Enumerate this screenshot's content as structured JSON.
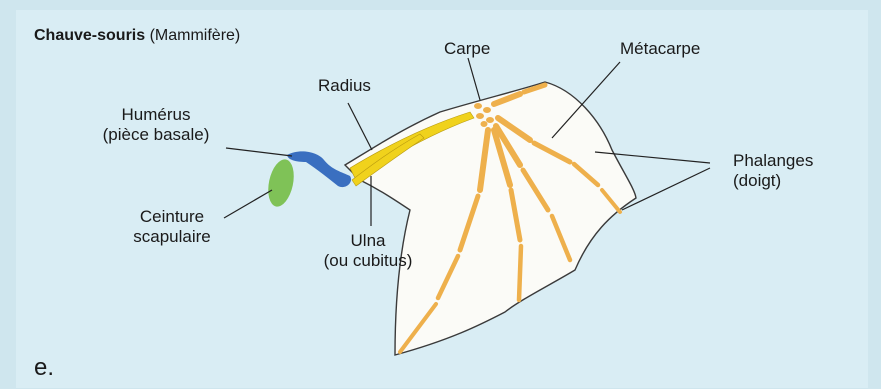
{
  "title": {
    "species": "Chauve-souris",
    "group": "(Mammifère)"
  },
  "labels": {
    "humerus_line1": "Humérus",
    "humerus_line2": "(pièce basale)",
    "radius": "Radius",
    "carpe": "Carpe",
    "metacarpe": "Métacarpe",
    "phalanges_line1": "Phalanges",
    "phalanges_line2": "(doigt)",
    "ceinture_line1": "Ceinture",
    "ceinture_line2": "scapulaire",
    "ulna_line1": "Ulna",
    "ulna_line2": "(ou cubitus)"
  },
  "figure_letter": "e.",
  "colors": {
    "background": "#d9edf4",
    "membrane": "#fbfbf7",
    "humerus": "#3a6fc0",
    "scapula": "#7fc257",
    "radius_ulna": "#f0d21c",
    "hand_bones": "#eeb04c",
    "leader_line": "#222222"
  }
}
